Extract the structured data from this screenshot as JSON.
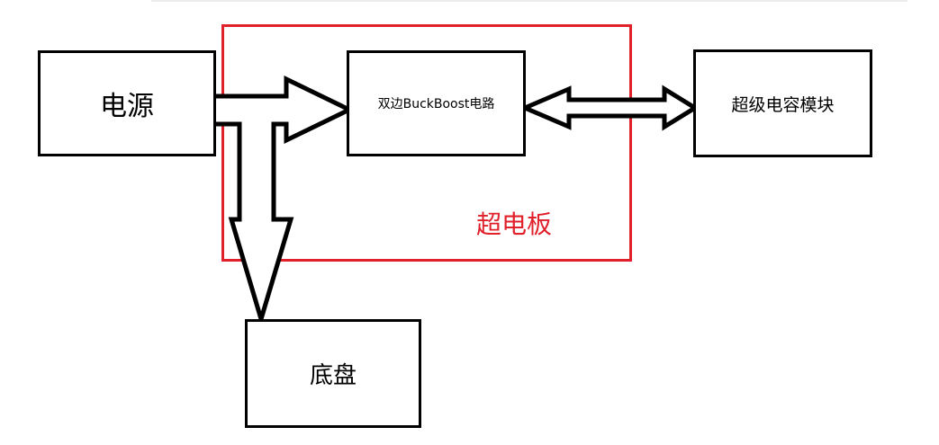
{
  "nodes": {
    "power": {
      "label": "电源"
    },
    "converter": {
      "label": "双边BuckBoost电路"
    },
    "supercap": {
      "label": "超级电容模块"
    },
    "chassis": {
      "label": "底盘"
    }
  },
  "region": {
    "label": "超电板",
    "color": "#e0202a"
  },
  "colors": {
    "stroke": "#000000",
    "background": "#ffffff"
  }
}
